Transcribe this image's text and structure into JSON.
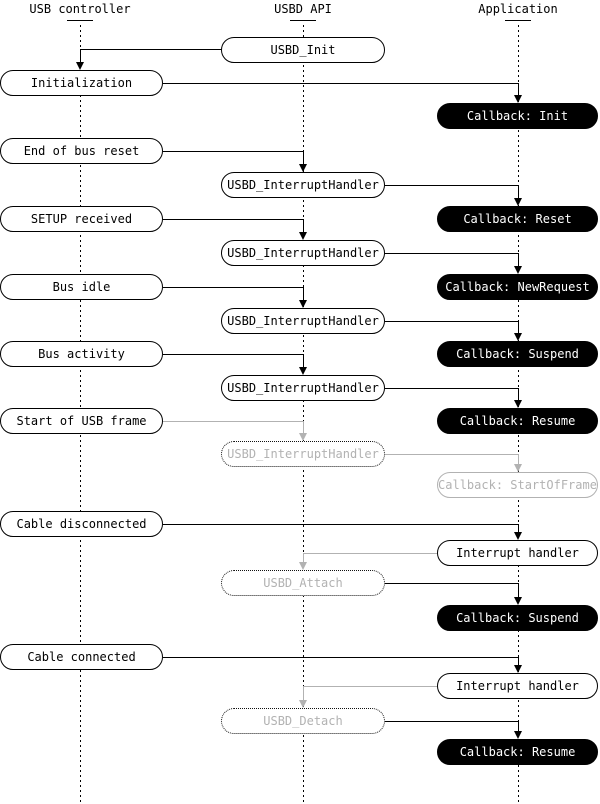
{
  "colors": {
    "black": "#000000",
    "white": "#ffffff",
    "gray": "#b2b2b2"
  },
  "lanes": [
    {
      "label": "USB controller"
    },
    {
      "label": "USBD API"
    },
    {
      "label": "Application"
    }
  ],
  "nodes": [
    {
      "label": "USBD_Init",
      "lane": "USBD API",
      "type": "api-call",
      "state": "active"
    },
    {
      "label": "Initialization",
      "lane": "USB controller",
      "type": "event",
      "state": "active"
    },
    {
      "label": "Callback: Init",
      "lane": "Application",
      "type": "callback",
      "state": "active"
    },
    {
      "label": "End of bus reset",
      "lane": "USB controller",
      "type": "event",
      "state": "active"
    },
    {
      "label": "USBD_InterruptHandler",
      "lane": "USBD API",
      "type": "api-call",
      "state": "active"
    },
    {
      "label": "Callback: Reset",
      "lane": "Application",
      "type": "callback",
      "state": "active"
    },
    {
      "label": "SETUP received",
      "lane": "USB controller",
      "type": "event",
      "state": "active"
    },
    {
      "label": "USBD_InterruptHandler",
      "lane": "USBD API",
      "type": "api-call",
      "state": "active"
    },
    {
      "label": "Callback: NewRequest",
      "lane": "Application",
      "type": "callback",
      "state": "active"
    },
    {
      "label": "Bus idle",
      "lane": "USB controller",
      "type": "event",
      "state": "active"
    },
    {
      "label": "USBD_InterruptHandler",
      "lane": "USBD API",
      "type": "api-call",
      "state": "active"
    },
    {
      "label": "Callback: Suspend",
      "lane": "Application",
      "type": "callback",
      "state": "active"
    },
    {
      "label": "Bus activity",
      "lane": "USB controller",
      "type": "event",
      "state": "active"
    },
    {
      "label": "USBD_InterruptHandler",
      "lane": "USBD API",
      "type": "api-call",
      "state": "active"
    },
    {
      "label": "Callback: Resume",
      "lane": "Application",
      "type": "callback",
      "state": "active"
    },
    {
      "label": "Start of USB frame",
      "lane": "USB controller",
      "type": "event",
      "state": "active"
    },
    {
      "label": "USBD_InterruptHandler",
      "lane": "USBD API",
      "type": "api-call",
      "state": "inactive"
    },
    {
      "label": "Callback: StartOfFrame",
      "lane": "Application",
      "type": "callback",
      "state": "inactive"
    },
    {
      "label": "Cable disconnected",
      "lane": "USB controller",
      "type": "event",
      "state": "active"
    },
    {
      "label": "Interrupt handler",
      "lane": "Application",
      "type": "handler",
      "state": "active"
    },
    {
      "label": "USBD_Attach",
      "lane": "USBD API",
      "type": "api-call",
      "state": "inactive"
    },
    {
      "label": "Callback: Suspend",
      "lane": "Application",
      "type": "callback",
      "state": "active"
    },
    {
      "label": "Cable connected",
      "lane": "USB controller",
      "type": "event",
      "state": "active"
    },
    {
      "label": "Interrupt handler",
      "lane": "Application",
      "type": "handler",
      "state": "active"
    },
    {
      "label": "USBD_Detach",
      "lane": "USBD API",
      "type": "api-call",
      "state": "inactive"
    },
    {
      "label": "Callback: Resume",
      "lane": "Application",
      "type": "callback",
      "state": "active"
    }
  ],
  "flows": [
    {
      "from": "USBD_Init",
      "to": "Initialization",
      "style": "active"
    },
    {
      "from": "Initialization",
      "to": "Callback: Init",
      "style": "active"
    },
    {
      "from": "End of bus reset",
      "to": "USBD_InterruptHandler",
      "style": "active"
    },
    {
      "from": "USBD_InterruptHandler",
      "to": "Callback: Reset",
      "style": "active"
    },
    {
      "from": "SETUP received",
      "to": "USBD_InterruptHandler",
      "style": "active"
    },
    {
      "from": "USBD_InterruptHandler",
      "to": "Callback: NewRequest",
      "style": "active"
    },
    {
      "from": "Bus idle",
      "to": "USBD_InterruptHandler",
      "style": "active"
    },
    {
      "from": "USBD_InterruptHandler",
      "to": "Callback: Suspend",
      "style": "active"
    },
    {
      "from": "Bus activity",
      "to": "USBD_InterruptHandler",
      "style": "active"
    },
    {
      "from": "USBD_InterruptHandler",
      "to": "Callback: Resume",
      "style": "active"
    },
    {
      "from": "Start of USB frame",
      "to": "USBD_InterruptHandler",
      "style": "inactive"
    },
    {
      "from": "USBD_InterruptHandler",
      "to": "Callback: StartOfFrame",
      "style": "inactive"
    },
    {
      "from": "Cable disconnected",
      "to": "Interrupt handler",
      "style": "active"
    },
    {
      "from": "Interrupt handler",
      "to": "USBD_Attach",
      "style": "inactive"
    },
    {
      "from": "USBD_Attach",
      "to": "Callback: Suspend",
      "style": "active"
    },
    {
      "from": "Cable connected",
      "to": "Interrupt handler",
      "style": "active"
    },
    {
      "from": "Interrupt handler",
      "to": "USBD_Detach",
      "style": "inactive"
    },
    {
      "from": "USBD_Detach",
      "to": "Callback: Resume",
      "style": "active"
    }
  ]
}
